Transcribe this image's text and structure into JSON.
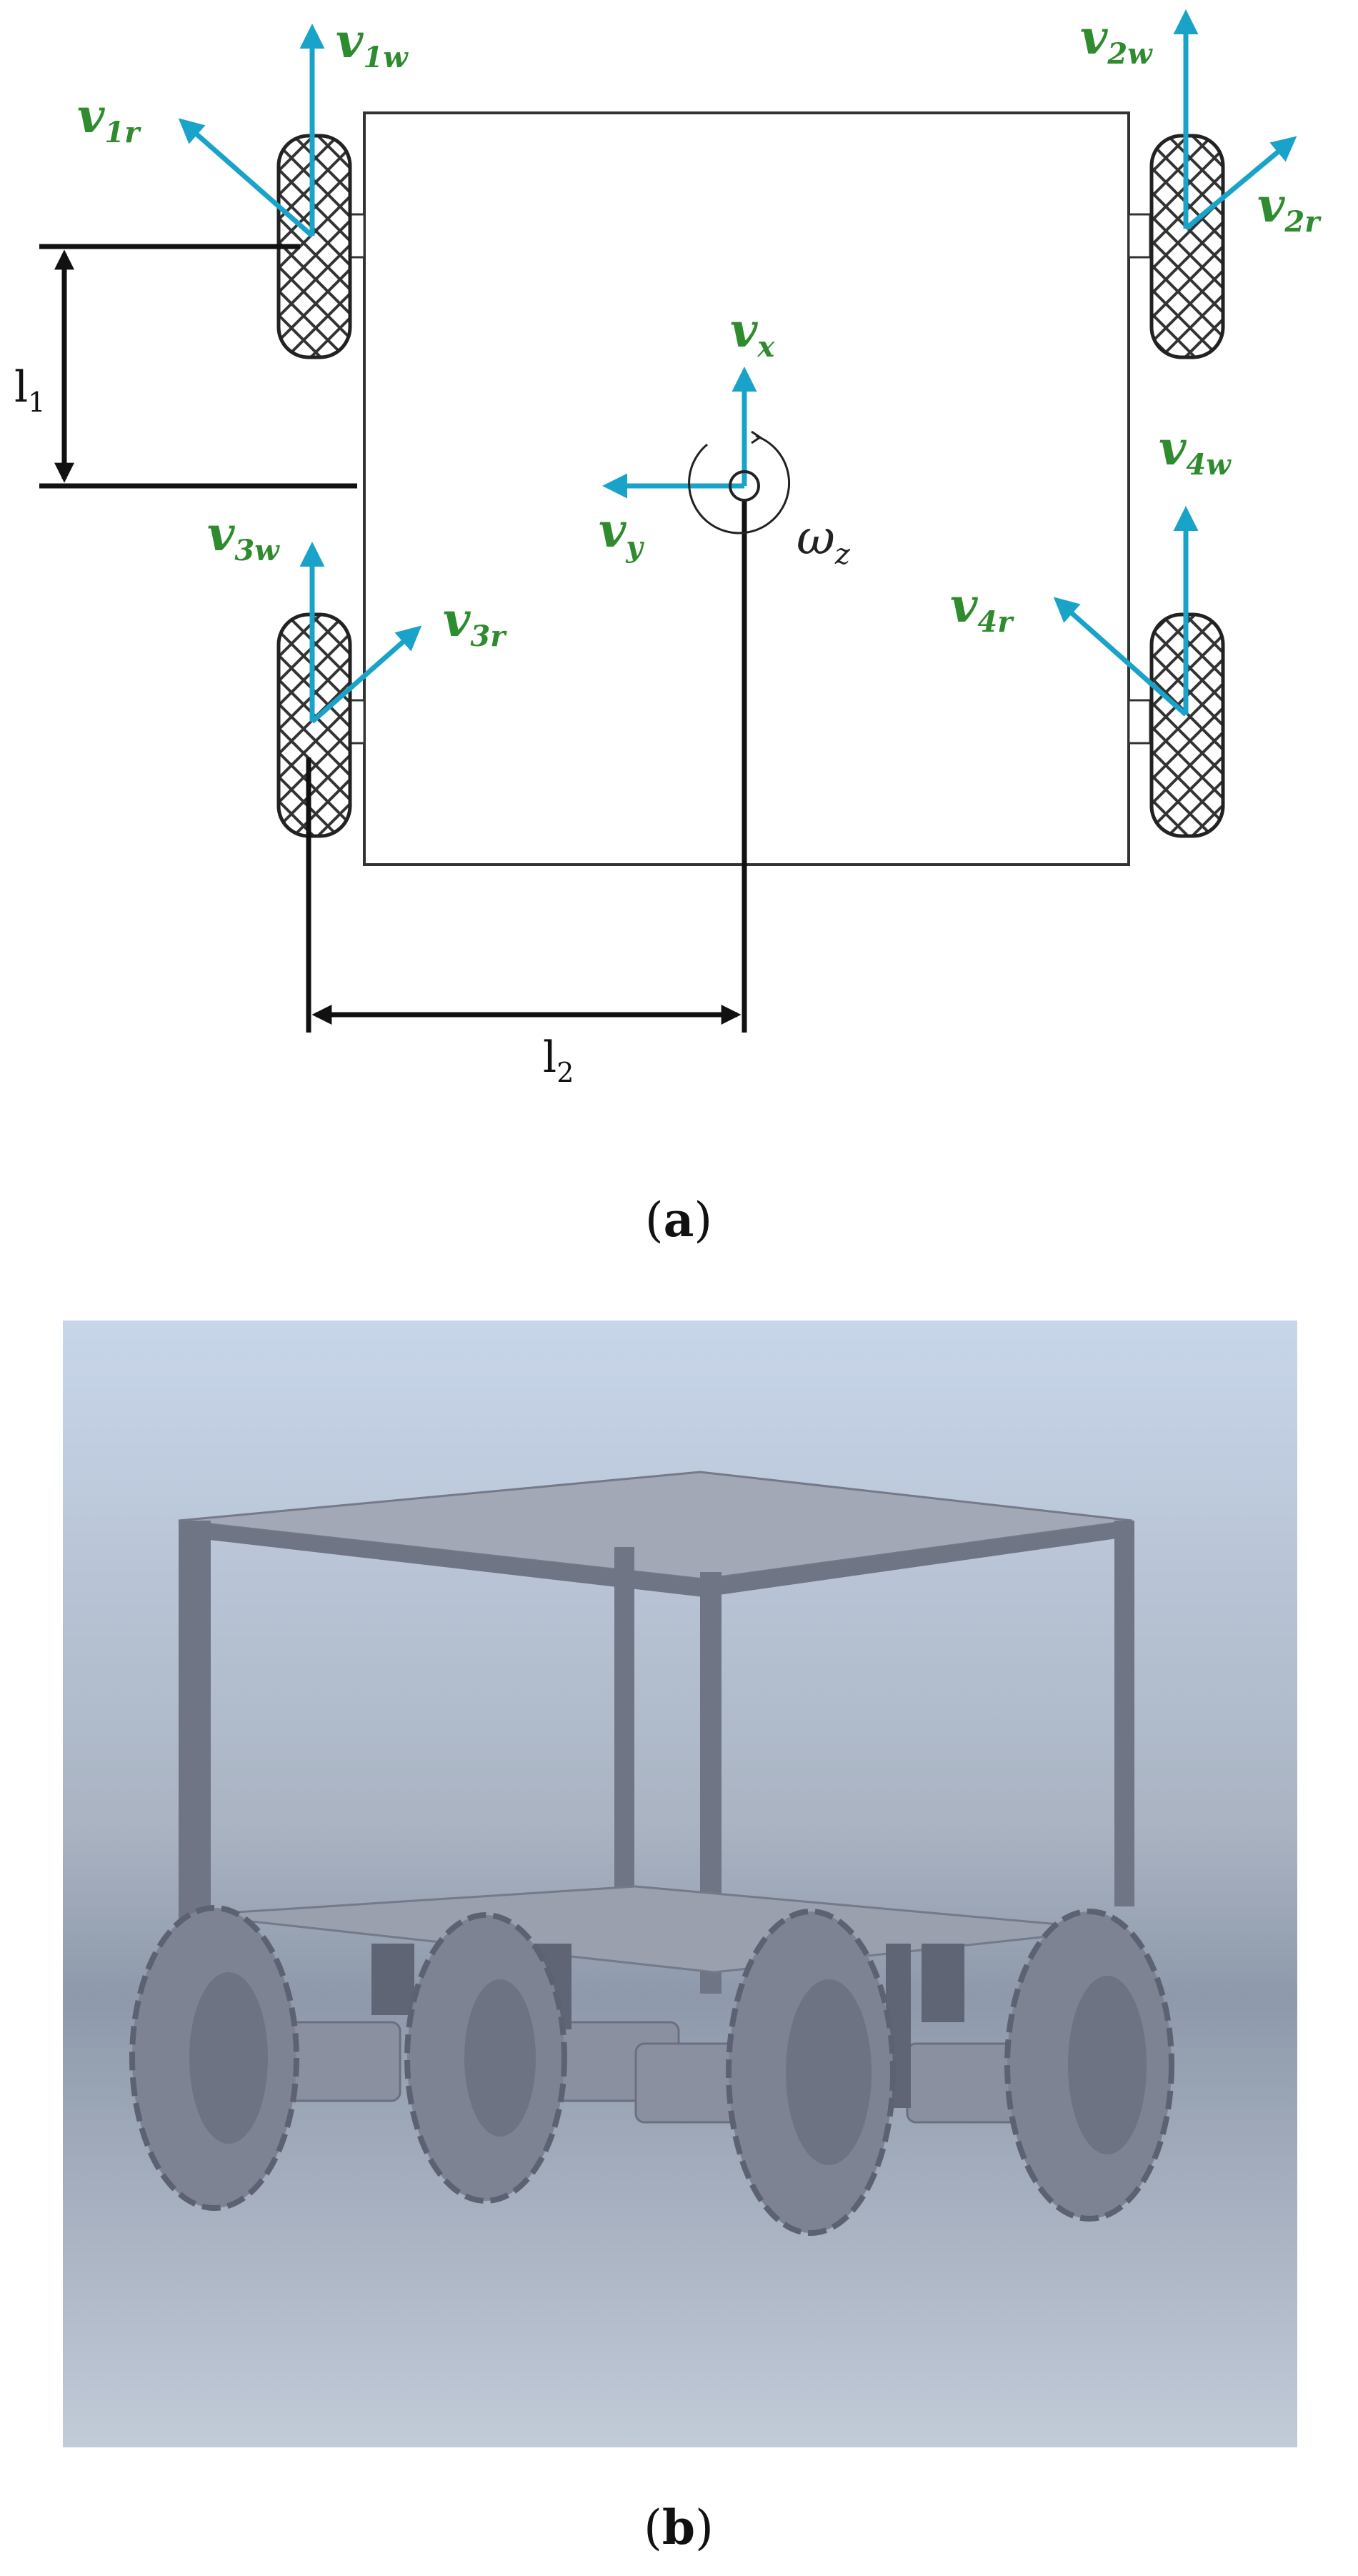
{
  "panel_a": {
    "caption": {
      "open": "(",
      "letter": "a",
      "close": ")"
    },
    "labels": {
      "v1w": {
        "v": "v",
        "s": "1w"
      },
      "v1r": {
        "v": "v",
        "s": "1r"
      },
      "v2w": {
        "v": "v",
        "s": "2w"
      },
      "v2r": {
        "v": "v",
        "s": "2r"
      },
      "v3w": {
        "v": "v",
        "s": "3w"
      },
      "v3r": {
        "v": "v",
        "s": "3r"
      },
      "v4w": {
        "v": "v",
        "s": "4w"
      },
      "v4r": {
        "v": "v",
        "s": "4r"
      },
      "vx": {
        "v": "v",
        "s": "x"
      },
      "vy": {
        "v": "v",
        "s": "y"
      },
      "wz": {
        "v": "ω",
        "s": "z"
      }
    },
    "dims": {
      "l1": {
        "t": "l",
        "s": "1"
      },
      "l2": {
        "t": "l",
        "s": "2"
      }
    }
  },
  "panel_b": {
    "caption": {
      "open": "(",
      "letter": "b",
      "close": ")"
    }
  },
  "colors": {
    "arrow": "#1aa3c9",
    "label": "#2e8b2e",
    "line": "#111111",
    "render_top": "#c8d6ea",
    "render_mid": "#8e99ab",
    "render_bottom": "#c2cbd8",
    "metal": "#6f7585"
  }
}
